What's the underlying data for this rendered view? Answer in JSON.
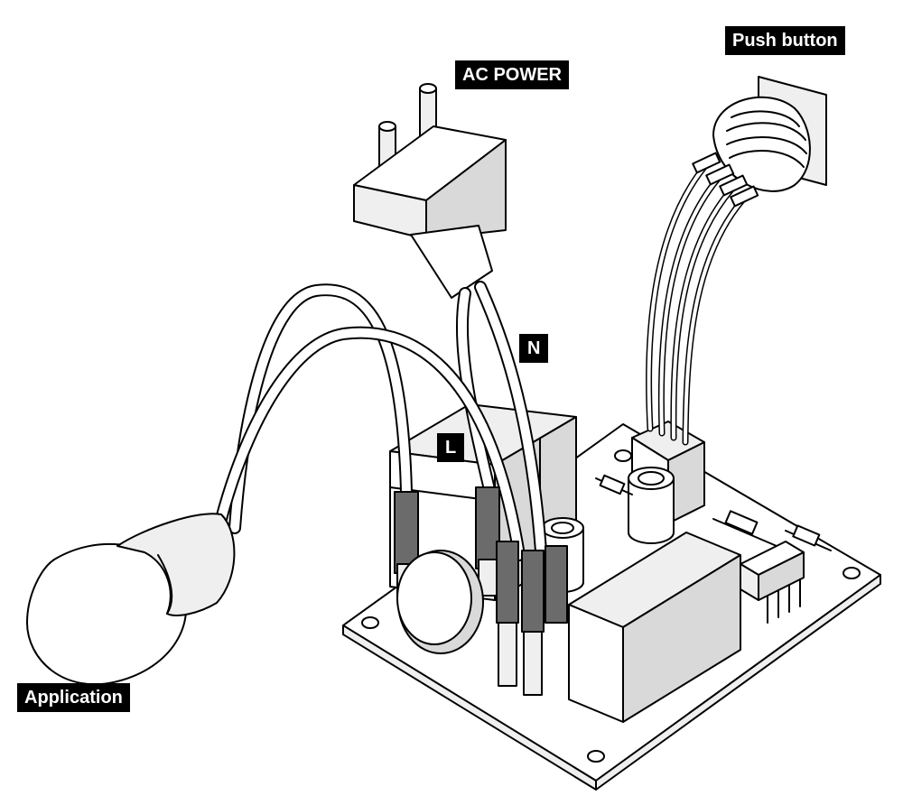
{
  "labels": {
    "push_button": "Push button",
    "ac_power": "AC POWER",
    "neutral": "N",
    "live": "L",
    "application": "Application"
  },
  "colors": {
    "label_background": "#000000",
    "label_text": "#ffffff",
    "line": "#000000",
    "connector_fill": "#6b6b6b"
  },
  "components": [
    "pcb-board",
    "relay",
    "transformer",
    "capacitor",
    "diode",
    "header-connector",
    "crimp-terminal",
    "ac-plug",
    "push-button",
    "light-bulb"
  ]
}
